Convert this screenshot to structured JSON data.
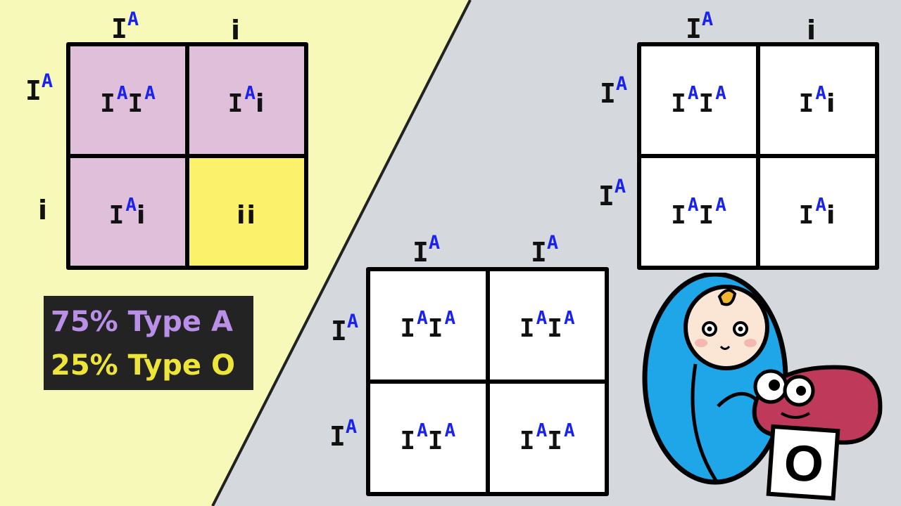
{
  "square1": {
    "top_alleles": [
      {
        "base": "I",
        "sup": "A"
      },
      {
        "base": "i",
        "sup": ""
      }
    ],
    "side_alleles": [
      {
        "base": "I",
        "sup": "A"
      },
      {
        "base": "i",
        "sup": ""
      }
    ],
    "cells": [
      {
        "a": "I",
        "a_sup": "A",
        "b": "I",
        "b_sup": "A"
      },
      {
        "a": "I",
        "a_sup": "A",
        "b": "i",
        "b_sup": ""
      },
      {
        "a": "I",
        "a_sup": "A",
        "b": "i",
        "b_sup": ""
      },
      {
        "a": "i",
        "a_sup": "",
        "b": "i",
        "b_sup": ""
      }
    ]
  },
  "legend": {
    "type_a": "75% Type A",
    "type_o": "25% Type O",
    "type_a_color": "#b98fe8",
    "type_o_color": "#eee53a"
  },
  "square2": {
    "top_alleles": [
      {
        "base": "I",
        "sup": "A"
      },
      {
        "base": "i",
        "sup": ""
      }
    ],
    "side_alleles": [
      {
        "base": "I",
        "sup": "A"
      },
      {
        "base": "I",
        "sup": "A"
      }
    ],
    "cells": [
      {
        "a": "I",
        "a_sup": "A",
        "b": "I",
        "b_sup": "A"
      },
      {
        "a": "I",
        "a_sup": "A",
        "b": "i",
        "b_sup": ""
      },
      {
        "a": "I",
        "a_sup": "A",
        "b": "I",
        "b_sup": "A"
      },
      {
        "a": "I",
        "a_sup": "A",
        "b": "i",
        "b_sup": ""
      }
    ]
  },
  "square3": {
    "top_alleles": [
      {
        "base": "I",
        "sup": "A"
      },
      {
        "base": "I",
        "sup": "A"
      }
    ],
    "side_alleles": [
      {
        "base": "I",
        "sup": "A"
      },
      {
        "base": "I",
        "sup": "A"
      }
    ],
    "cells": [
      {
        "a": "I",
        "a_sup": "A",
        "b": "I",
        "b_sup": "A"
      },
      {
        "a": "I",
        "a_sup": "A",
        "b": "I",
        "b_sup": "A"
      },
      {
        "a": "I",
        "a_sup": "A",
        "b": "I",
        "b_sup": "A"
      },
      {
        "a": "I",
        "a_sup": "A",
        "b": "I",
        "b_sup": "A"
      }
    ]
  },
  "character": {
    "card_label": "O"
  },
  "colors": {
    "left_background": "#f7f9b9",
    "right_background": "#d5d9dd",
    "dominant_cell": "#e0bfdb",
    "recessive_cell": "#fbf16b",
    "allele_superscript": "#1a22ee",
    "blanket": "#1ea6e8",
    "protein_blob": "#bf3a5a"
  }
}
